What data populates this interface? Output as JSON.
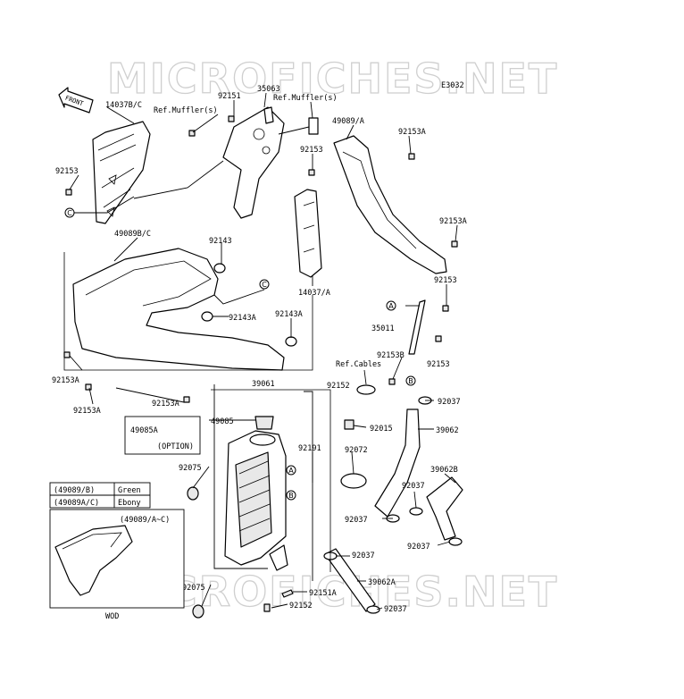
{
  "watermark": {
    "text": "MICROFICHES.NET"
  },
  "diagram_code": "E3032",
  "front_label": "FRONT",
  "labels": {
    "p14037bc": "14037B/C",
    "ref_muffler_1": "Ref.Muffler(s)",
    "p92151": "92151",
    "p35063": "35063",
    "ref_muffler_2": "Ref.Muffler(s)",
    "p49089a": "49089/A",
    "p92153a_top": "92153A",
    "p92153_upper": "92153",
    "p92153_left": "92153",
    "p92153a_right": "92153A",
    "p49089bc": "49089B/C",
    "p92143": "92143",
    "p14037a": "14037/A",
    "p92153_mid": "92153",
    "p92143a_1": "92143A",
    "p92143a_2": "92143A",
    "p35011": "35011",
    "p92153_low": "92153",
    "p92153b": "92153B",
    "ref_cables": "Ref.Cables",
    "p92153a_l1": "92153A",
    "p92153a_l2": "92153A",
    "p92153a_l3": "92153A",
    "p39061": "39061",
    "p92152_top": "92152",
    "p92037_1": "92037",
    "p49085": "49085",
    "p92015": "92015",
    "p39062": "39062",
    "p92191": "92191",
    "p92072": "92072",
    "p92075_1": "92075",
    "p39062b": "39062B",
    "p92037_2": "92037",
    "p92037_3": "92037",
    "p92037_4": "92037",
    "p92037_5": "92037",
    "p39062a": "39062A",
    "p92075_2": "92075",
    "p92151a": "92151A",
    "p92152_bot": "92152",
    "p92037_6": "92037"
  },
  "option_box": {
    "part": "49085A",
    "note": "(OPTION)"
  },
  "color_table": {
    "rows": [
      {
        "part": "(49089/B)",
        "color": "Green"
      },
      {
        "part": "(49089A/C)",
        "color": "Ebony"
      }
    ],
    "inset_label": "(49089/A~C)",
    "inset_caption": "WOD"
  },
  "callouts": {
    "c_top": "C",
    "c_mid": "C",
    "a_right": "A",
    "b_right": "B",
    "a_rad": "A",
    "b_rad": "B"
  }
}
